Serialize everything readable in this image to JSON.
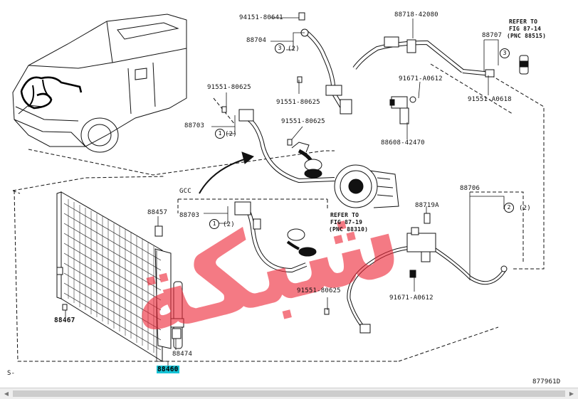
{
  "labels": {
    "p94151": "94151-80641",
    "p88718": "88718-42080",
    "refer_top_1": "REFER TO",
    "refer_top_2": "FIG 87-14",
    "refer_top_3": "(PNC 88515)",
    "p88704": "88704",
    "p88704_q": "(2)",
    "p88707": "88707",
    "p91671a": "91671-A0612",
    "p91551_80625_a": "91551-80625",
    "p91551_80625_b": "91551-80625",
    "p91551_a0618": "91551-A0618",
    "p88703_top": "88703",
    "p88703_top_q": "(2)",
    "p91551_80625_c": "91551-80625",
    "p88608": "88608-42470",
    "gcc": "GCC",
    "p88457": "88457",
    "p88703_mid": "88703",
    "p88703_mid_q": "(2)",
    "refer_mid_1": "REFER TO",
    "refer_mid_2": "FIG 87-19",
    "refer_mid_3": "(PNC 88310)",
    "p88706": "88706",
    "p88719a": "88719A",
    "p88706_q": "(2)",
    "p91551_80625_d": "91551-80625",
    "p91671b": "91671-A0612",
    "p88467": "88467",
    "p88474": "88474",
    "p88460": "88460",
    "corner_left": "S-",
    "code": "877961D"
  },
  "circles": {
    "c3a": "3",
    "c3b": "3",
    "c1a": "1",
    "c1b": "1",
    "c2": "2"
  },
  "watermark_text": "شبكة",
  "colors": {
    "watermark": "#ee2a3a",
    "highlight": "#17c3d6",
    "line": "#111111"
  },
  "scrollbar": {
    "left_arrow": "◀",
    "right_arrow": "▶"
  }
}
